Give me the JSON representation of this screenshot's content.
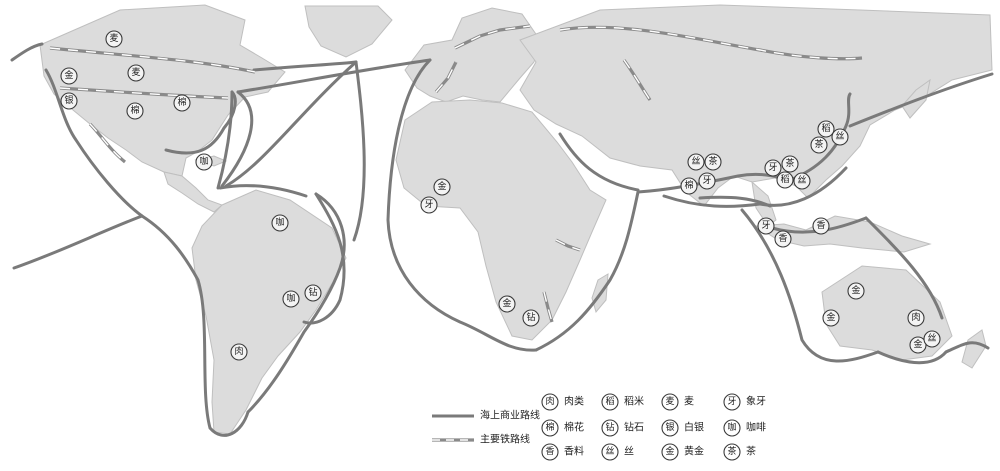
{
  "legend": {
    "trade_route_label": "海上商业路线",
    "railway_label": "主要铁路线",
    "commodities": [
      {
        "glyph": "肉",
        "label": "肉类"
      },
      {
        "glyph": "稻",
        "label": "稻米"
      },
      {
        "glyph": "麦",
        "label": "麦"
      },
      {
        "glyph": "牙",
        "label": "象牙"
      },
      {
        "glyph": "棉",
        "label": "棉花"
      },
      {
        "glyph": "钻",
        "label": "钻石"
      },
      {
        "glyph": "银",
        "label": "白银"
      },
      {
        "glyph": "咖",
        "label": "咖啡"
      },
      {
        "glyph": "香",
        "label": "香料"
      },
      {
        "glyph": "丝",
        "label": "丝"
      },
      {
        "glyph": "金",
        "label": "黄金"
      },
      {
        "glyph": "茶",
        "label": "茶"
      }
    ]
  },
  "map_markers": [
    {
      "id": "wheat-north-canada",
      "glyph": "麦"
    },
    {
      "id": "gold-west-north-america",
      "glyph": "金"
    },
    {
      "id": "wheat-central-north-america",
      "glyph": "麦"
    },
    {
      "id": "silver-west-north-america",
      "glyph": "银"
    },
    {
      "id": "cotton-us-south",
      "glyph": "棉"
    },
    {
      "id": "cotton-us-southeast",
      "glyph": "棉"
    },
    {
      "id": "coffee-caribbean",
      "glyph": "咖"
    },
    {
      "id": "coffee-north-south-america",
      "glyph": "咖"
    },
    {
      "id": "coffee-brazil",
      "glyph": "咖"
    },
    {
      "id": "diamond-brazil",
      "glyph": "钻"
    },
    {
      "id": "meat-argentina",
      "glyph": "肉"
    },
    {
      "id": "gold-west-africa",
      "glyph": "金"
    },
    {
      "id": "ivory-west-africa",
      "glyph": "牙"
    },
    {
      "id": "gold-south-africa",
      "glyph": "金"
    },
    {
      "id": "diamond-south-africa",
      "glyph": "钻"
    },
    {
      "id": "silk-india",
      "glyph": "丝"
    },
    {
      "id": "tea-india",
      "glyph": "茶"
    },
    {
      "id": "cotton-india",
      "glyph": "棉"
    },
    {
      "id": "ivory-india",
      "glyph": "牙"
    },
    {
      "id": "ivory-southeast-asia",
      "glyph": "牙"
    },
    {
      "id": "tea-southeast-asia",
      "glyph": "茶"
    },
    {
      "id": "rice-southeast-asia",
      "glyph": "稻"
    },
    {
      "id": "silk-southeast-asia",
      "glyph": "丝"
    },
    {
      "id": "rice-china",
      "glyph": "稻"
    },
    {
      "id": "silk-china",
      "glyph": "丝"
    },
    {
      "id": "tea-china",
      "glyph": "茶"
    },
    {
      "id": "ivory-malaya",
      "glyph": "牙"
    },
    {
      "id": "spice-sumatra",
      "glyph": "香"
    },
    {
      "id": "spice-indonesia",
      "glyph": "香"
    },
    {
      "id": "gold-west-australia",
      "glyph": "金"
    },
    {
      "id": "gold-central-australia",
      "glyph": "金"
    },
    {
      "id": "meat-australia",
      "glyph": "肉"
    },
    {
      "id": "gold-southeast-australia",
      "glyph": "金"
    },
    {
      "id": "silk-southeast-australia",
      "glyph": "丝"
    }
  ]
}
